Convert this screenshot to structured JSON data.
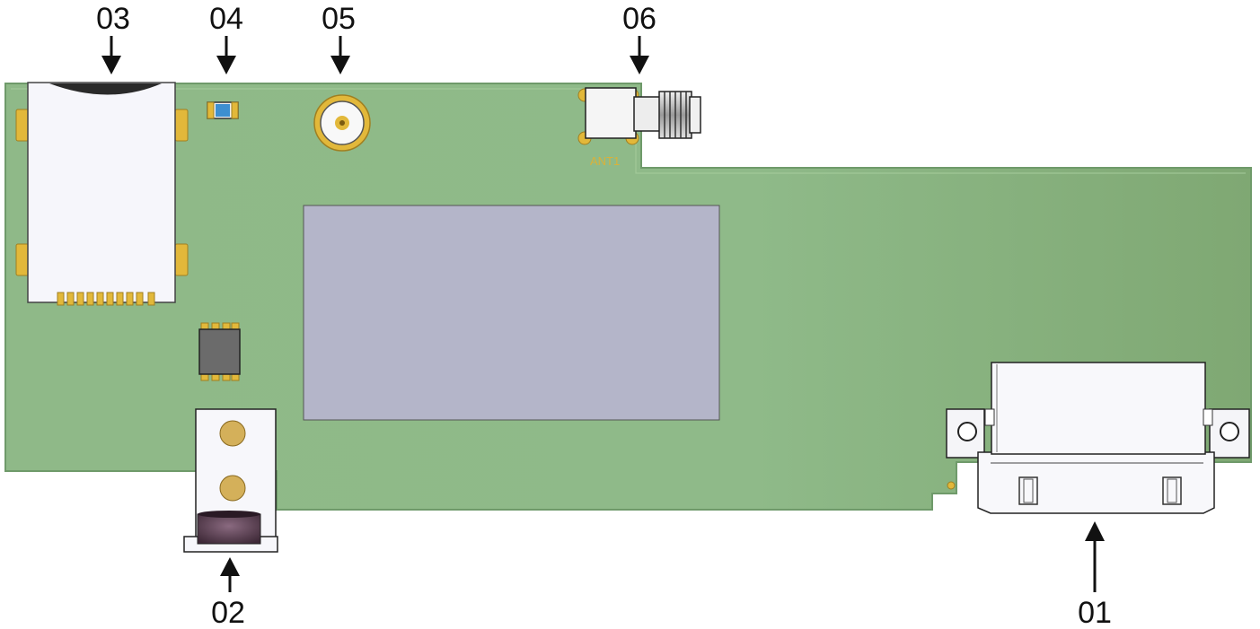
{
  "diagram": {
    "callouts": [
      {
        "id": "c01",
        "label": "01",
        "component": "multi-pin-connector"
      },
      {
        "id": "c02",
        "label": "02",
        "component": "power-jack"
      },
      {
        "id": "c03",
        "label": "03",
        "component": "sd-card-slot"
      },
      {
        "id": "c04",
        "label": "04",
        "component": "led"
      },
      {
        "id": "c05",
        "label": "05",
        "component": "coax-connector"
      },
      {
        "id": "c06",
        "label": "06",
        "component": "sma-antenna-connector"
      }
    ],
    "silkscreen": {
      "antenna_ref": "ANT1"
    },
    "colors": {
      "pcb": "#8fb988",
      "pcb_edge": "#6f9a6a",
      "gold": "#e2b83a",
      "module": "#b4b5c9",
      "metal": "#f4f4f8",
      "chip": "#6b6b6b",
      "led_blue": "#3d8fd0",
      "jack_dark": "#5a4150"
    }
  }
}
